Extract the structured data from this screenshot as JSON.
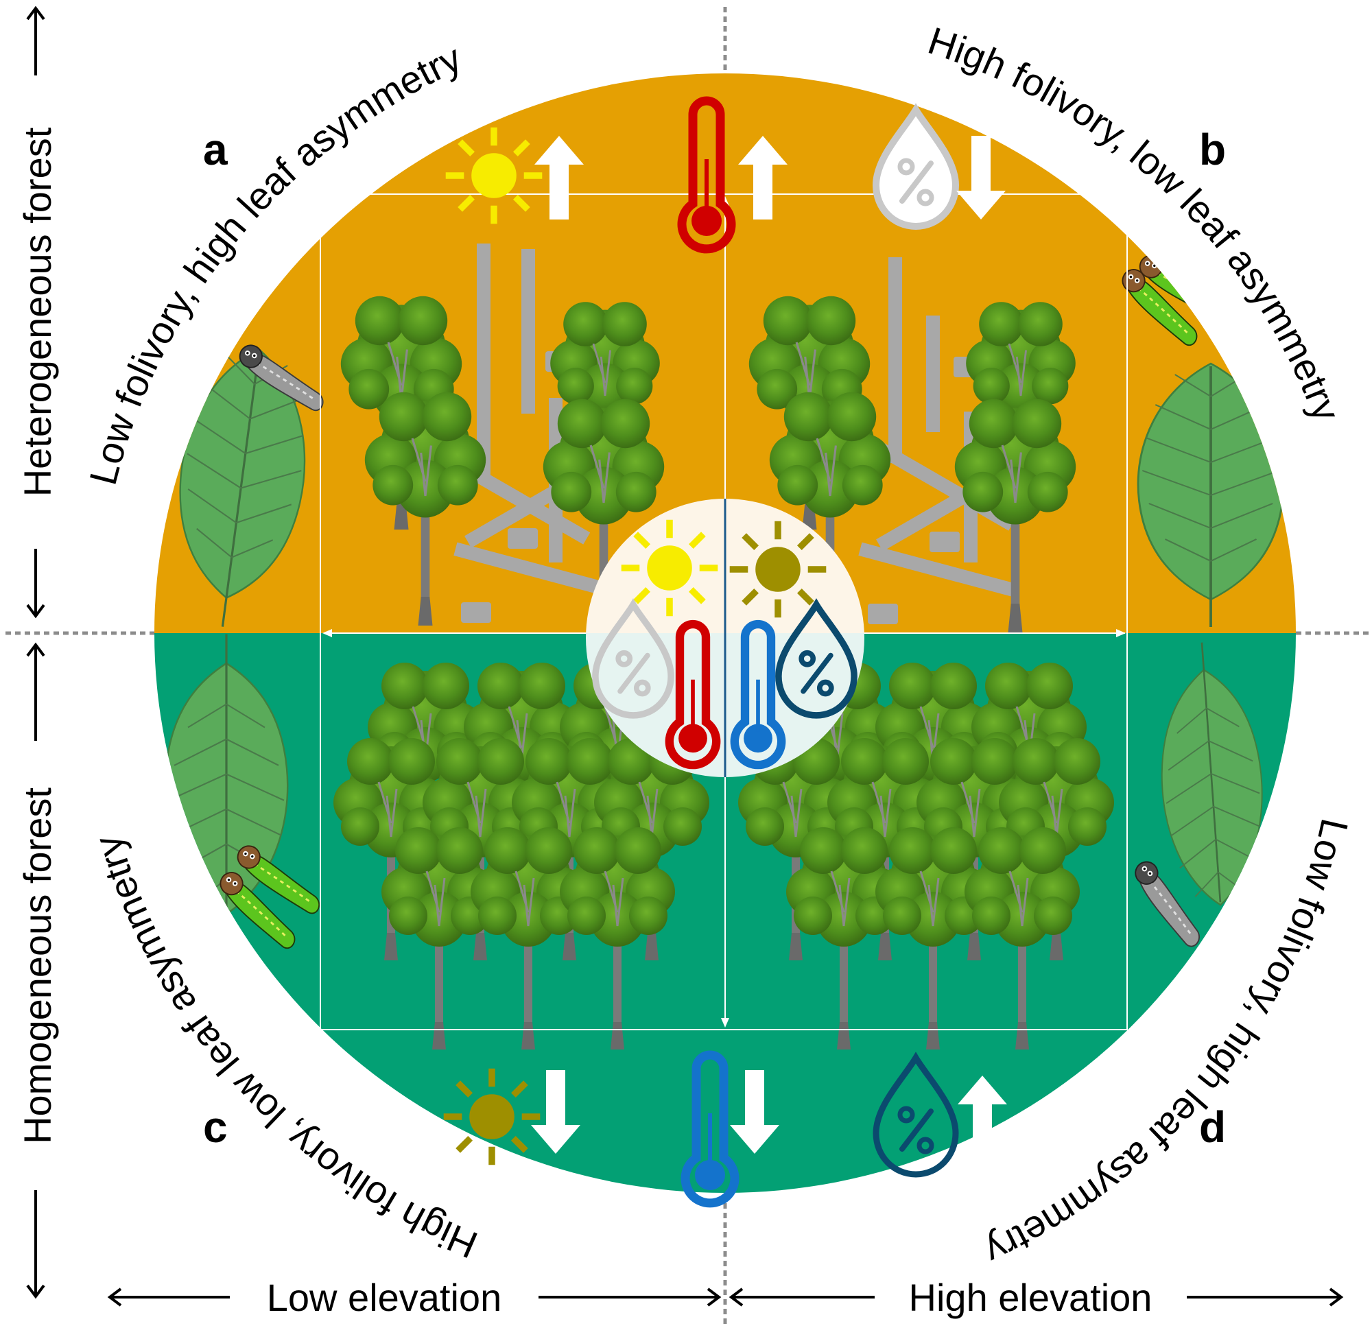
{
  "axes": {
    "left_top_label": "Heterogeneous forest",
    "left_bottom_label": "Homogeneous forest",
    "bottom_left_label": "Low elevation",
    "bottom_right_label": "High elevation"
  },
  "panels": [
    {
      "letter": "a",
      "caption": "Low folivory, high leaf asymmetry",
      "forest": "heterogeneous",
      "elevation": "low",
      "herbivore": "gray-caterpillar",
      "caterpillar_count": 1
    },
    {
      "letter": "b",
      "caption": "High folivory, low leaf asymmetry",
      "forest": "heterogeneous",
      "elevation": "high",
      "herbivore": "green-caterpillar",
      "caterpillar_count": 2
    },
    {
      "letter": "c",
      "caption": "High folivory, low leaf asymmetry",
      "forest": "homogeneous",
      "elevation": "low",
      "herbivore": "green-caterpillar",
      "caterpillar_count": 2
    },
    {
      "letter": "d",
      "caption": "Low folivory, high leaf asymmetry",
      "forest": "homogeneous",
      "elevation": "high",
      "herbivore": "gray-caterpillar",
      "caterpillar_count": 1
    }
  ],
  "top_indicators": [
    {
      "icon": "sun-icon",
      "direction": "up"
    },
    {
      "icon": "thermometer-icon",
      "direction": "up"
    },
    {
      "icon": "humidity-drop-icon",
      "direction": "down"
    }
  ],
  "bottom_indicators": [
    {
      "icon": "sun-icon",
      "direction": "down"
    },
    {
      "icon": "thermometer-icon",
      "direction": "down"
    },
    {
      "icon": "humidity-drop-icon",
      "direction": "up"
    }
  ],
  "center_symbols": {
    "percent_symbol": "%"
  },
  "colors": {
    "heterogeneous_bg": "#E5A003",
    "homogeneous_bg": "#03A074",
    "sun_bright": "#F7EC00",
    "sun_dim": "#9E8F00",
    "thermo_warm": "#D00000",
    "thermo_cold": "#1473CC",
    "drop_dry": "#C8C8C8",
    "drop_humid": "#0B4A6E",
    "leaf": "#5AAB5A",
    "caterpillar_green": "#5CC51E",
    "caterpillar_gray": "#9A9A9A",
    "tree_canopy": "#4E8E1C",
    "trunk": "#7A7A7A",
    "path_gray": "#A8A8A8"
  }
}
